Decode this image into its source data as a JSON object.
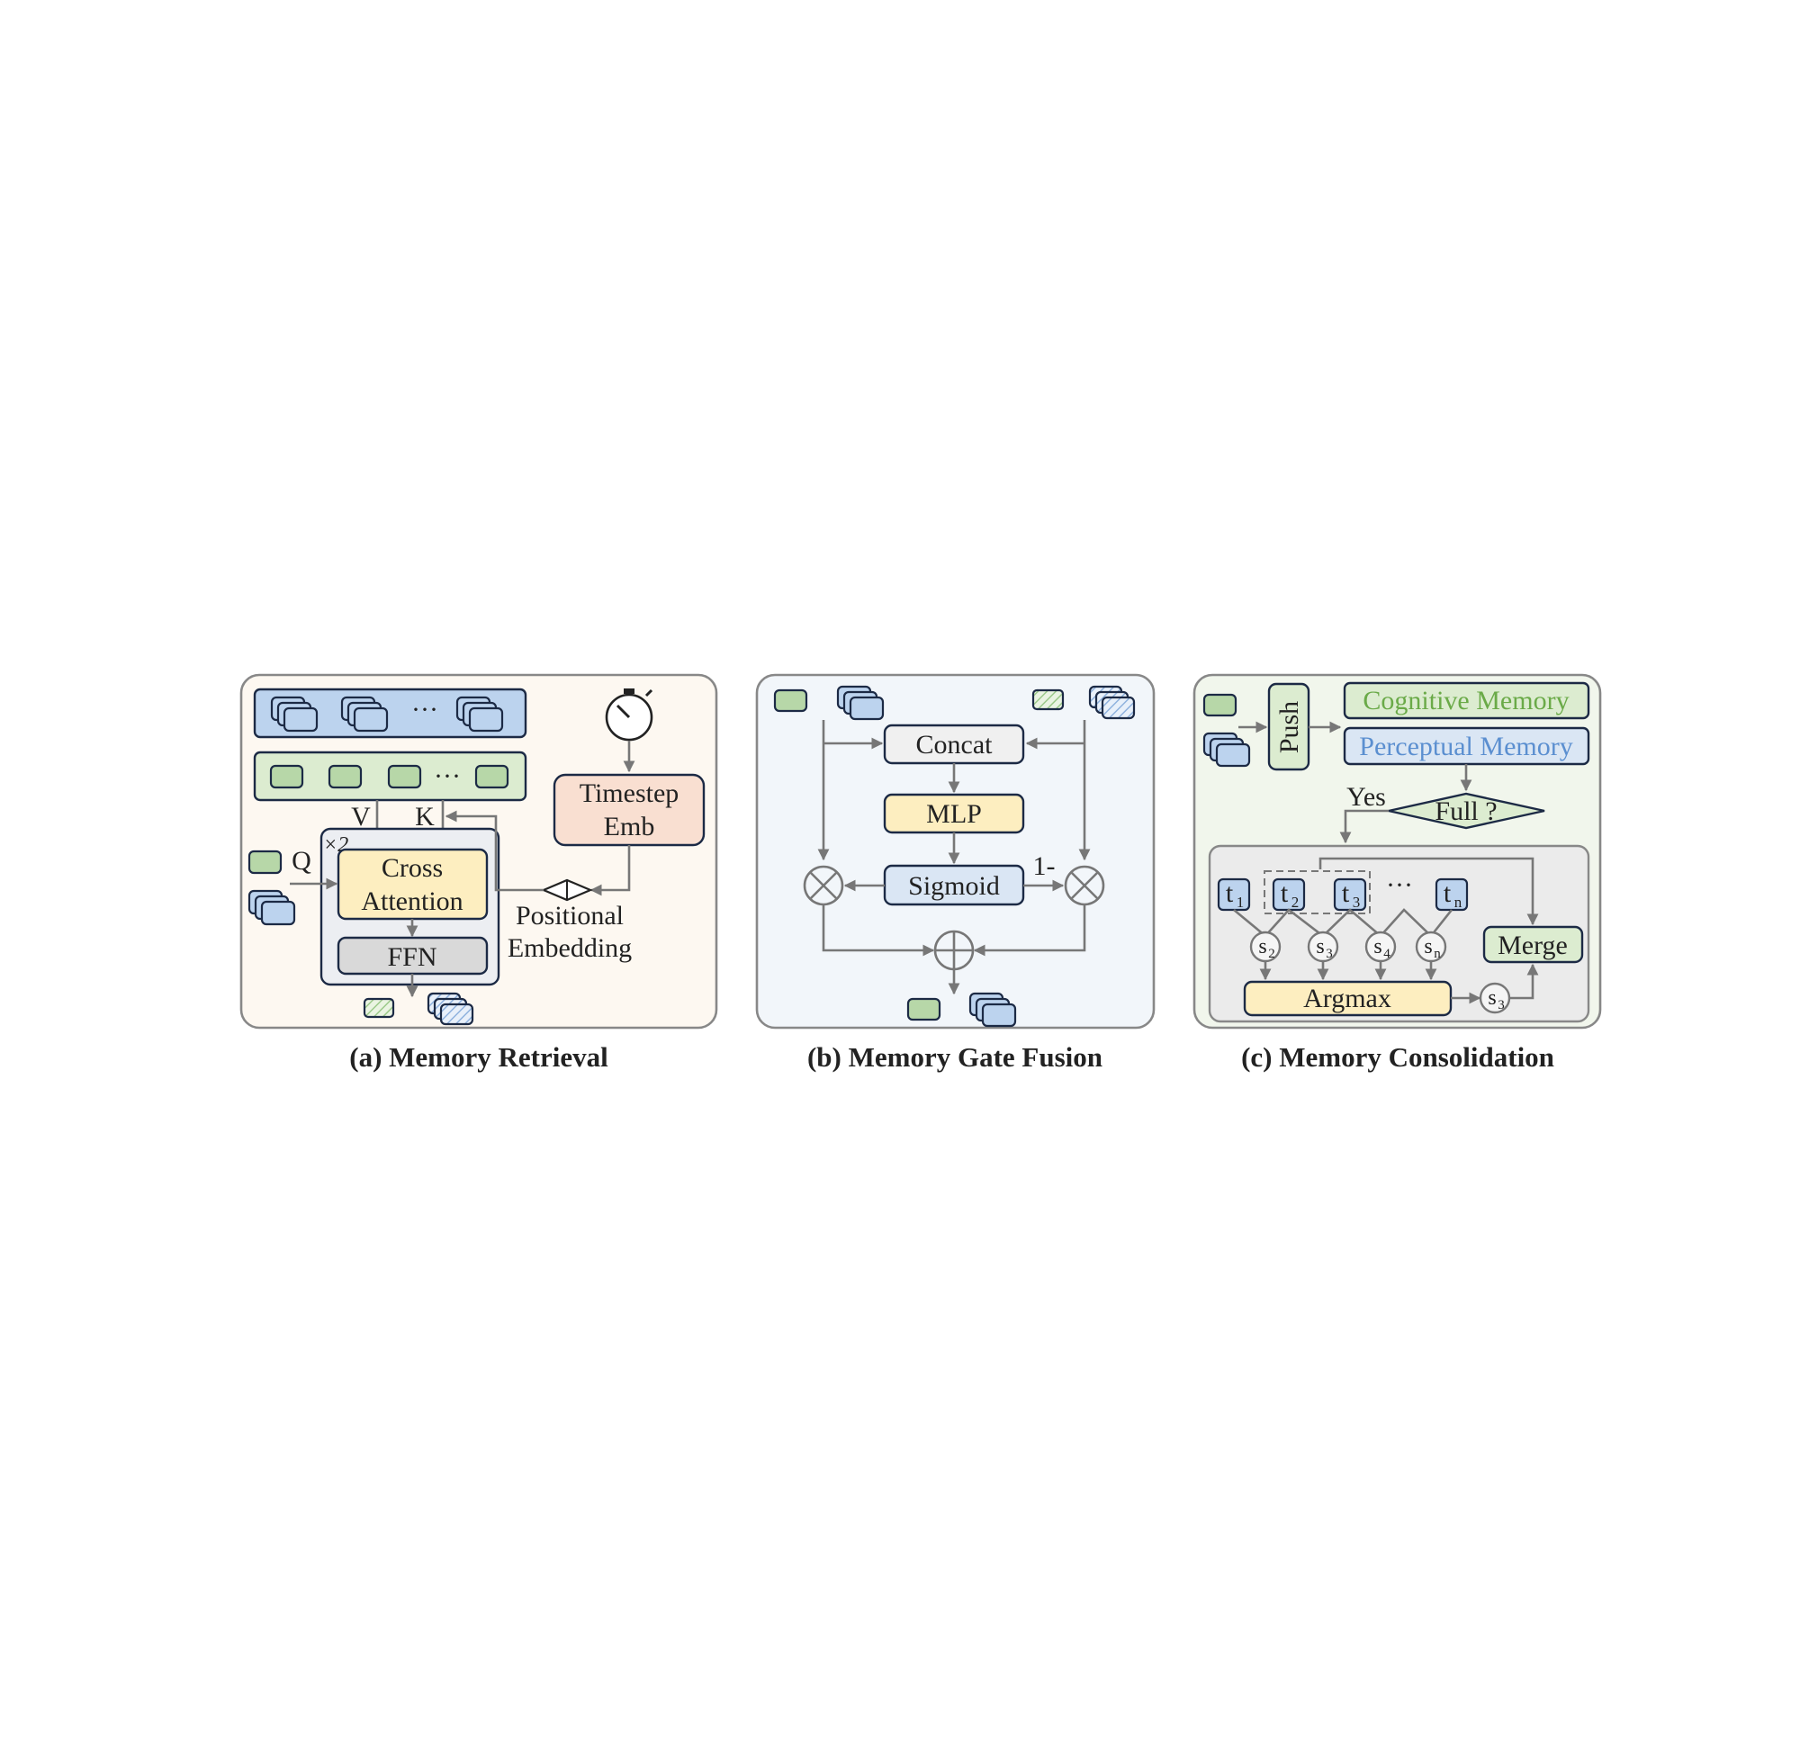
{
  "panel_a": {
    "caption": "(a) Memory Retrieval",
    "ellipsis_top": "···",
    "ellipsis_mid": "···",
    "label_v": "V",
    "label_k": "K",
    "label_q": "Q",
    "repeat": "×2",
    "cross_attention_1": "Cross",
    "cross_attention_2": "Attention",
    "ffn": "FFN",
    "timestep_1": "Timestep",
    "timestep_2": "Emb",
    "positional_1": "Positional",
    "positional_2": "Embedding"
  },
  "panel_b": {
    "caption": "(b) Memory Gate Fusion",
    "concat": "Concat",
    "mlp": "MLP",
    "sigmoid": "Sigmoid",
    "one_minus": "1-"
  },
  "panel_c": {
    "caption": "(c) Memory Consolidation",
    "push": "Push",
    "cognitive_memory": "Cognitive Memory",
    "perceptual_memory": "Perceptual Memory",
    "yes": "Yes",
    "full": "Full ?",
    "ellipsis": "···",
    "merge": "Merge",
    "argmax": "Argmax",
    "tokens": [
      {
        "base": "t",
        "sub": "1"
      },
      {
        "base": "t",
        "sub": "2"
      },
      {
        "base": "t",
        "sub": "3"
      },
      {
        "base": "t",
        "sub": "n"
      }
    ],
    "similarities": [
      {
        "base": "s",
        "sub": "2"
      },
      {
        "base": "s",
        "sub": "3"
      },
      {
        "base": "s",
        "sub": "4"
      },
      {
        "base": "s",
        "sub": "n"
      }
    ],
    "selected": {
      "base": "s",
      "sub": "3"
    }
  },
  "colors": {
    "panel_a_bg": "#fdf8f1",
    "panel_b_bg": "#f2f6fa",
    "panel_c_bg": "#f1f6ec",
    "token_blue": "#bcd3ee",
    "token_green": "#b7d7a8",
    "cross_attention": "#fdeec0",
    "ffn": "#d9d9d9",
    "timestep": "#f9dfd1",
    "concat": "#f0f0f0",
    "mlp": "#fdeec0",
    "sigmoid": "#dae6f4",
    "argmax": "#fdeec0",
    "merge": "#dcecd0",
    "cognitive_text": "#6aaa48",
    "perceptual_text": "#5b8fd0"
  }
}
